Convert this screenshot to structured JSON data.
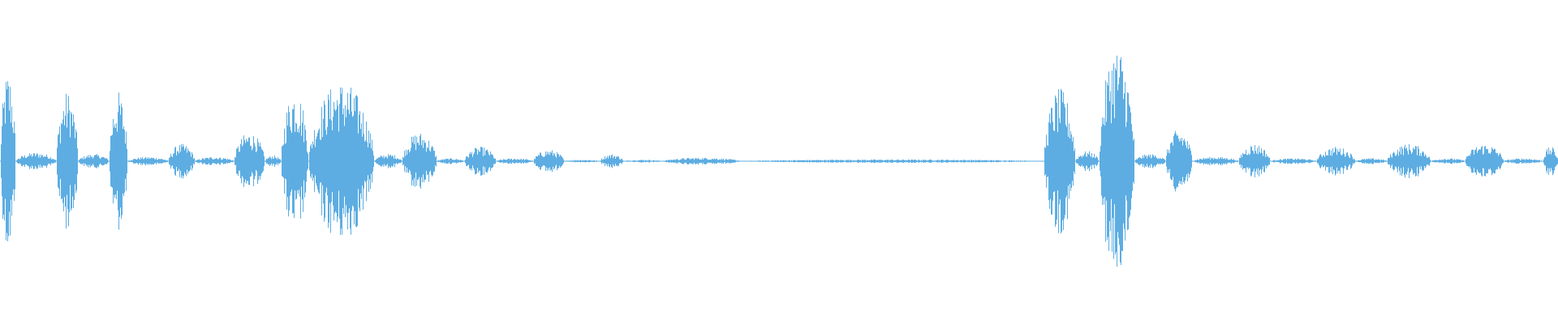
{
  "waveform": {
    "color": "#5dade2",
    "background": "#ffffff",
    "amplitude_scale": 1.0,
    "segments": [
      {
        "start": 0.0,
        "end": 0.01,
        "peak": 0.62
      },
      {
        "start": 0.01,
        "end": 0.036,
        "peak": 0.06
      },
      {
        "start": 0.036,
        "end": 0.05,
        "peak": 0.48
      },
      {
        "start": 0.05,
        "end": 0.07,
        "peak": 0.05
      },
      {
        "start": 0.07,
        "end": 0.082,
        "peak": 0.48
      },
      {
        "start": 0.082,
        "end": 0.108,
        "peak": 0.03
      },
      {
        "start": 0.108,
        "end": 0.125,
        "peak": 0.12
      },
      {
        "start": 0.125,
        "end": 0.15,
        "peak": 0.03
      },
      {
        "start": 0.15,
        "end": 0.17,
        "peak": 0.2
      },
      {
        "start": 0.17,
        "end": 0.18,
        "peak": 0.04
      },
      {
        "start": 0.18,
        "end": 0.198,
        "peak": 0.5
      },
      {
        "start": 0.198,
        "end": 0.24,
        "peak": 0.55
      },
      {
        "start": 0.24,
        "end": 0.258,
        "peak": 0.05
      },
      {
        "start": 0.258,
        "end": 0.28,
        "peak": 0.2
      },
      {
        "start": 0.28,
        "end": 0.298,
        "peak": 0.02
      },
      {
        "start": 0.298,
        "end": 0.318,
        "peak": 0.1
      },
      {
        "start": 0.318,
        "end": 0.342,
        "peak": 0.02
      },
      {
        "start": 0.342,
        "end": 0.362,
        "peak": 0.08
      },
      {
        "start": 0.362,
        "end": 0.385,
        "peak": 0.01
      },
      {
        "start": 0.385,
        "end": 0.4,
        "peak": 0.05
      },
      {
        "start": 0.4,
        "end": 0.425,
        "peak": 0.01
      },
      {
        "start": 0.425,
        "end": 0.475,
        "peak": 0.025
      },
      {
        "start": 0.475,
        "end": 0.67,
        "peak": 0.012
      },
      {
        "start": 0.67,
        "end": 0.69,
        "peak": 0.5
      },
      {
        "start": 0.69,
        "end": 0.705,
        "peak": 0.07
      },
      {
        "start": 0.705,
        "end": 0.728,
        "peak": 0.8
      },
      {
        "start": 0.728,
        "end": 0.748,
        "peak": 0.05
      },
      {
        "start": 0.748,
        "end": 0.765,
        "peak": 0.22
      },
      {
        "start": 0.765,
        "end": 0.795,
        "peak": 0.03
      },
      {
        "start": 0.795,
        "end": 0.815,
        "peak": 0.12
      },
      {
        "start": 0.815,
        "end": 0.845,
        "peak": 0.02
      },
      {
        "start": 0.845,
        "end": 0.87,
        "peak": 0.1
      },
      {
        "start": 0.87,
        "end": 0.89,
        "peak": 0.02
      },
      {
        "start": 0.89,
        "end": 0.918,
        "peak": 0.12
      },
      {
        "start": 0.918,
        "end": 0.94,
        "peak": 0.02
      },
      {
        "start": 0.94,
        "end": 0.965,
        "peak": 0.12
      },
      {
        "start": 0.965,
        "end": 0.99,
        "peak": 0.02
      },
      {
        "start": 0.99,
        "end": 1.0,
        "peak": 0.1
      }
    ]
  }
}
